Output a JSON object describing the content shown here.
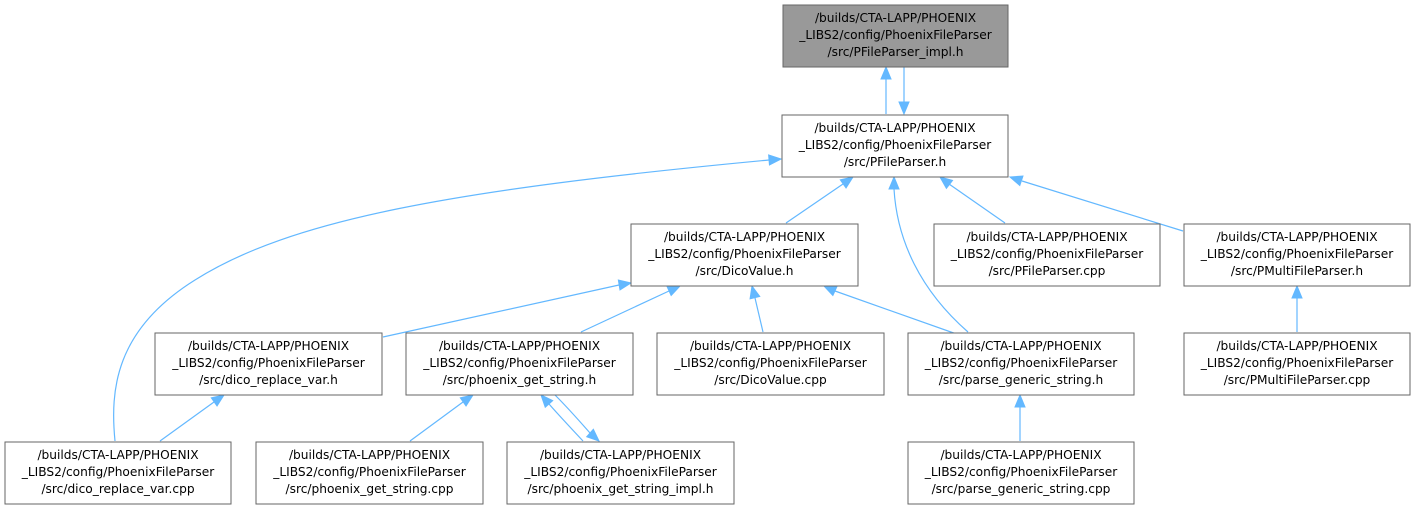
{
  "colors": {
    "edge": "#63b8ff",
    "node_border": "#666666",
    "node_fill": "#ffffff",
    "highlight_fill": "#999999",
    "text": "#000000"
  },
  "nodes": {
    "impl_h": {
      "lines": [
        "/builds/CTA-LAPP/PHOENIX",
        "_LIBS2/config/PhoenixFileParser",
        "/src/PFileParser_impl.h"
      ],
      "highlighted": true
    },
    "pfileparser_h": {
      "lines": [
        "/builds/CTA-LAPP/PHOENIX",
        "_LIBS2/config/PhoenixFileParser",
        "/src/PFileParser.h"
      ]
    },
    "dicovalue_h": {
      "lines": [
        "/builds/CTA-LAPP/PHOENIX",
        "_LIBS2/config/PhoenixFileParser",
        "/src/DicoValue.h"
      ]
    },
    "pfileparser_cpp": {
      "lines": [
        "/builds/CTA-LAPP/PHOENIX",
        "_LIBS2/config/PhoenixFileParser",
        "/src/PFileParser.cpp"
      ]
    },
    "pmulti_h": {
      "lines": [
        "/builds/CTA-LAPP/PHOENIX",
        "_LIBS2/config/PhoenixFileParser",
        "/src/PMultiFileParser.h"
      ]
    },
    "dico_replace_h": {
      "lines": [
        "/builds/CTA-LAPP/PHOENIX",
        "_LIBS2/config/PhoenixFileParser",
        "/src/dico_replace_var.h"
      ]
    },
    "phoenix_get_h": {
      "lines": [
        "/builds/CTA-LAPP/PHOENIX",
        "_LIBS2/config/PhoenixFileParser",
        "/src/phoenix_get_string.h"
      ]
    },
    "dicovalue_cpp": {
      "lines": [
        "/builds/CTA-LAPP/PHOENIX",
        "_LIBS2/config/PhoenixFileParser",
        "/src/DicoValue.cpp"
      ]
    },
    "parse_generic_h": {
      "lines": [
        "/builds/CTA-LAPP/PHOENIX",
        "_LIBS2/config/PhoenixFileParser",
        "/src/parse_generic_string.h"
      ]
    },
    "pmulti_cpp": {
      "lines": [
        "/builds/CTA-LAPP/PHOENIX",
        "_LIBS2/config/PhoenixFileParser",
        "/src/PMultiFileParser.cpp"
      ]
    },
    "dico_replace_cpp": {
      "lines": [
        "/builds/CTA-LAPP/PHOENIX",
        "_LIBS2/config/PhoenixFileParser",
        "/src/dico_replace_var.cpp"
      ]
    },
    "phoenix_get_cpp": {
      "lines": [
        "/builds/CTA-LAPP/PHOENIX",
        "_LIBS2/config/PhoenixFileParser",
        "/src/phoenix_get_string.cpp"
      ]
    },
    "phoenix_get_impl_h": {
      "lines": [
        "/builds/CTA-LAPP/PHOENIX",
        "_LIBS2/config/PhoenixFileParser",
        "/src/phoenix_get_string_impl.h"
      ]
    },
    "parse_generic_cpp": {
      "lines": [
        "/builds/CTA-LAPP/PHOENIX",
        "_LIBS2/config/PhoenixFileParser",
        "/src/parse_generic_string.cpp"
      ]
    }
  },
  "edges": [
    {
      "from": "impl_h",
      "to": "pfileparser_h"
    },
    {
      "from": "pfileparser_h",
      "to": "impl_h"
    },
    {
      "from": "pfileparser_h",
      "to": "dicovalue_h"
    },
    {
      "from": "pfileparser_h",
      "to": "pfileparser_cpp"
    },
    {
      "from": "pfileparser_h",
      "to": "pmulti_h"
    },
    {
      "from": "pfileparser_h",
      "to": "parse_generic_h"
    },
    {
      "from": "pfileparser_h",
      "to": "dico_replace_cpp"
    },
    {
      "from": "dicovalue_h",
      "to": "dico_replace_h"
    },
    {
      "from": "dicovalue_h",
      "to": "phoenix_get_h"
    },
    {
      "from": "dicovalue_h",
      "to": "dicovalue_cpp"
    },
    {
      "from": "dicovalue_h",
      "to": "parse_generic_h"
    },
    {
      "from": "pmulti_h",
      "to": "pmulti_cpp"
    },
    {
      "from": "dico_replace_h",
      "to": "dico_replace_cpp"
    },
    {
      "from": "phoenix_get_h",
      "to": "phoenix_get_cpp"
    },
    {
      "from": "phoenix_get_h",
      "to": "phoenix_get_impl_h"
    },
    {
      "from": "phoenix_get_impl_h",
      "to": "phoenix_get_h"
    },
    {
      "from": "parse_generic_h",
      "to": "parse_generic_cpp"
    }
  ]
}
